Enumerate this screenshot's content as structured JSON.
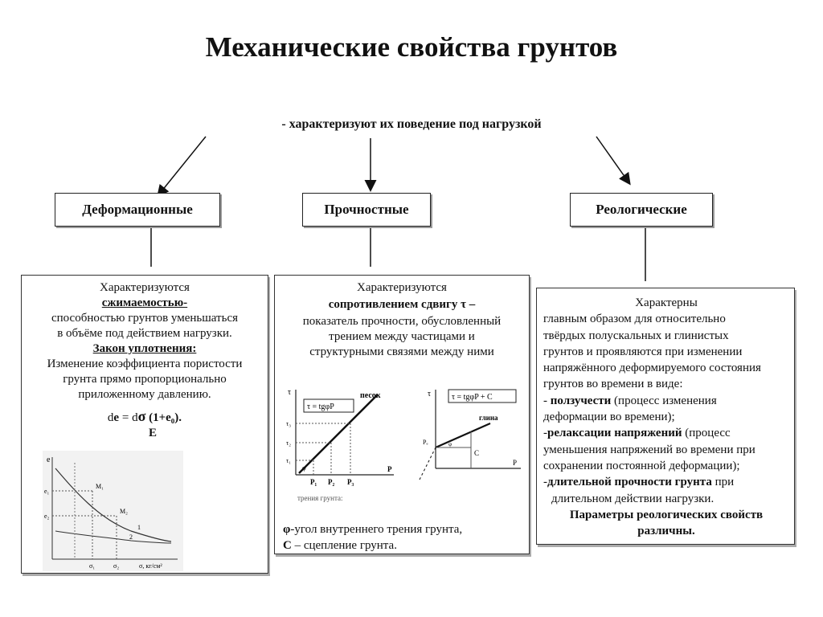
{
  "title": "Механические свойства грунтов",
  "subtitle": "- характеризуют их поведение под нагрузкой",
  "categories": {
    "deformation": "Деформационные",
    "strength": "Прочностные",
    "rheology": "Реологические"
  },
  "deformation_panel": {
    "line1": "Характеризуются",
    "line2": "сжимаемостью-",
    "line3": "способностью грунтов уменьшаться",
    "line4": "в объёме под действием нагрузки.",
    "law_title": "Закон уплотнения:",
    "law1": "Изменение коэффициента пористости",
    "law2": "грунта прямо пропорционально",
    "law3": "приложенному давлению.",
    "formula_d1": "d",
    "formula_e": "e",
    "formula_eq": " = ",
    "formula_d2": "d",
    "formula_sigma": "σ",
    "formula_tail": " (1+e₀).",
    "formula_denominator": "E",
    "graph": {
      "y_axis": "e",
      "y_ticks": [
        "e₁",
        "e₂"
      ],
      "x_ticks": [
        "σ₁",
        "σ₂"
      ],
      "x_axis": "σ, кг/см²",
      "labels": [
        "M₁",
        "M₂",
        "1",
        "2"
      ]
    }
  },
  "strength_panel": {
    "line1": "Характеризуются",
    "line2": "сопротивлением сдвигу τ –",
    "line3": "показатель прочности, обусловленный",
    "line4": "трением между частицами и",
    "line5": "структурными связями между ними",
    "graph_sand": {
      "formula": "τ = tgφP",
      "label": "песок",
      "y_axis": "τ",
      "y_ticks": [
        "τ₃",
        "τ₂",
        "τ₁"
      ],
      "x_ticks": [
        "P₁",
        "P₂",
        "P₃"
      ],
      "x_axis": "P",
      "angle": "φ"
    },
    "graph_clay": {
      "formula": "τ = tgφP + C",
      "label": "глина",
      "y_axis": "τ",
      "y_tick": "Pₑ",
      "c_label": "C",
      "angle": "φ",
      "x_axis": "P"
    },
    "caption_fragment": "трения грунта:",
    "phi_symbol": "φ",
    "phi_text": "-угол внутреннего трения грунта,",
    "c_symbol": "С",
    "c_text": " – сцепление грунта."
  },
  "rheology_panel": {
    "intro1": "Характерны",
    "intro2": "главным образом  для относительно",
    "intro3": "твёрдых полускальных и глинистых",
    "intro4": "грунтов и проявляются при изменении",
    "intro5": "напряжённого деформируемого состояния",
    "intro6": "грунтов во времени в виде:",
    "creep_prefix": "- ",
    "creep_bold": "ползучести",
    "creep_rest": " (процесс изменения",
    "creep_line2": "деформации во времени);",
    "relax_prefix": "-",
    "relax_bold": "релаксации напряжений",
    "relax_rest": " (процесс",
    "relax_line2": "уменьшения напряжений во времени при",
    "relax_line3": "сохранении постоянной деформации);",
    "strength_prefix": "-",
    "strength_bold": "длительной прочности грунта",
    "strength_rest": " при",
    "strength_line2": "длительном действии нагрузки.",
    "conclusion1": "Параметры реологических свойств",
    "conclusion2": "различны."
  }
}
